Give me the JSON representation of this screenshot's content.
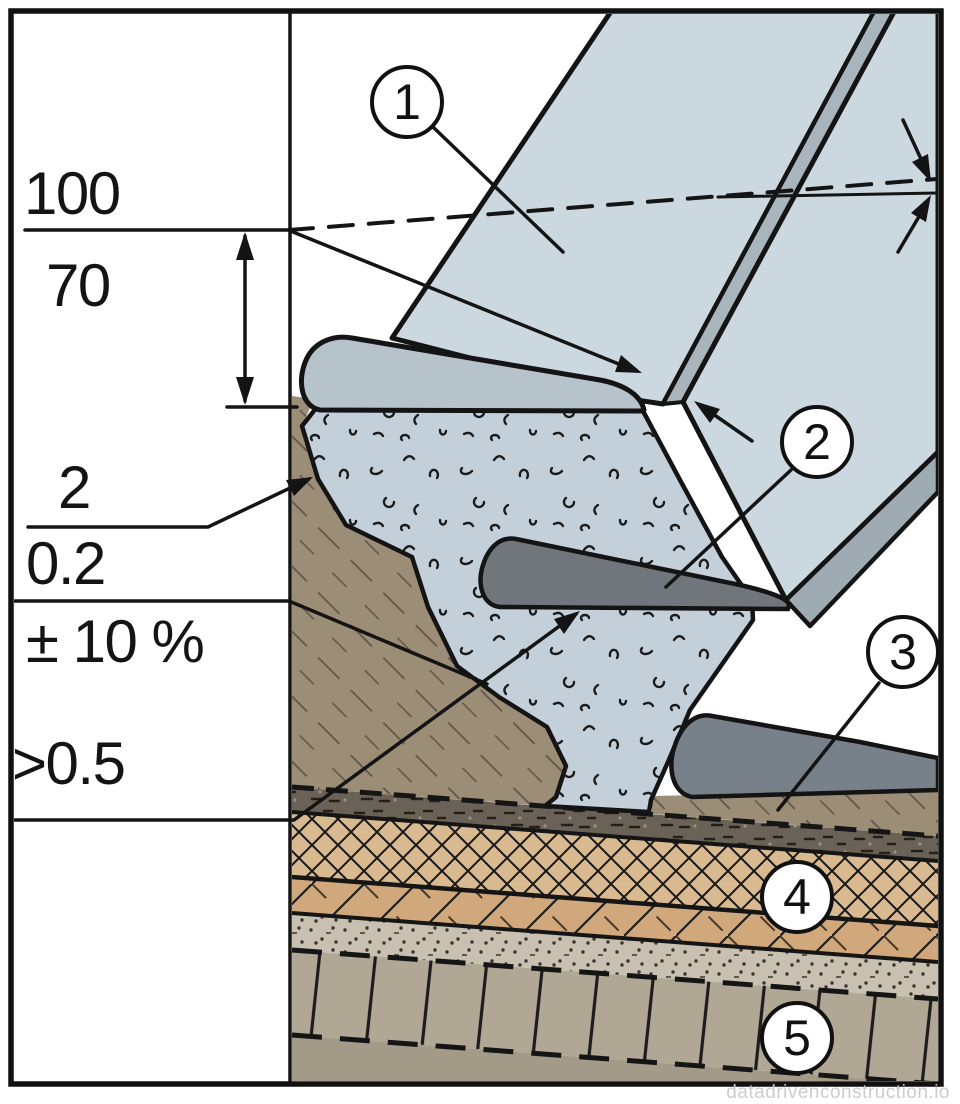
{
  "labels": {
    "dim_100": "100",
    "dim_70": "70",
    "dim_2": "2",
    "dim_0_2": "0.2",
    "dim_tolerance": "± 10 %",
    "dim_min_0_5": ">0.5"
  },
  "callouts": {
    "c1": "1",
    "c2": "2",
    "c3": "3",
    "c4": "4",
    "c5": "5"
  },
  "watermark": "datadrivenconstruction.io",
  "colors": {
    "line": "#141414",
    "slab": "#ccd8e0",
    "slab-side": "#9fabb3",
    "joint-strip": "#a9b5bd",
    "step-light": "#b6c3cb",
    "step-dark": "#70767c",
    "step-dark2": "#788089",
    "mortar": "#c3d0da",
    "soil": "#9c8d77",
    "gravel": "#6b6257",
    "sand": "#d9ba90",
    "base": "#d0a87c",
    "fines": "#c8c1b1",
    "subbase": "#b1a795",
    "subgrade": "#a39a87",
    "paper": "#ffffff"
  }
}
